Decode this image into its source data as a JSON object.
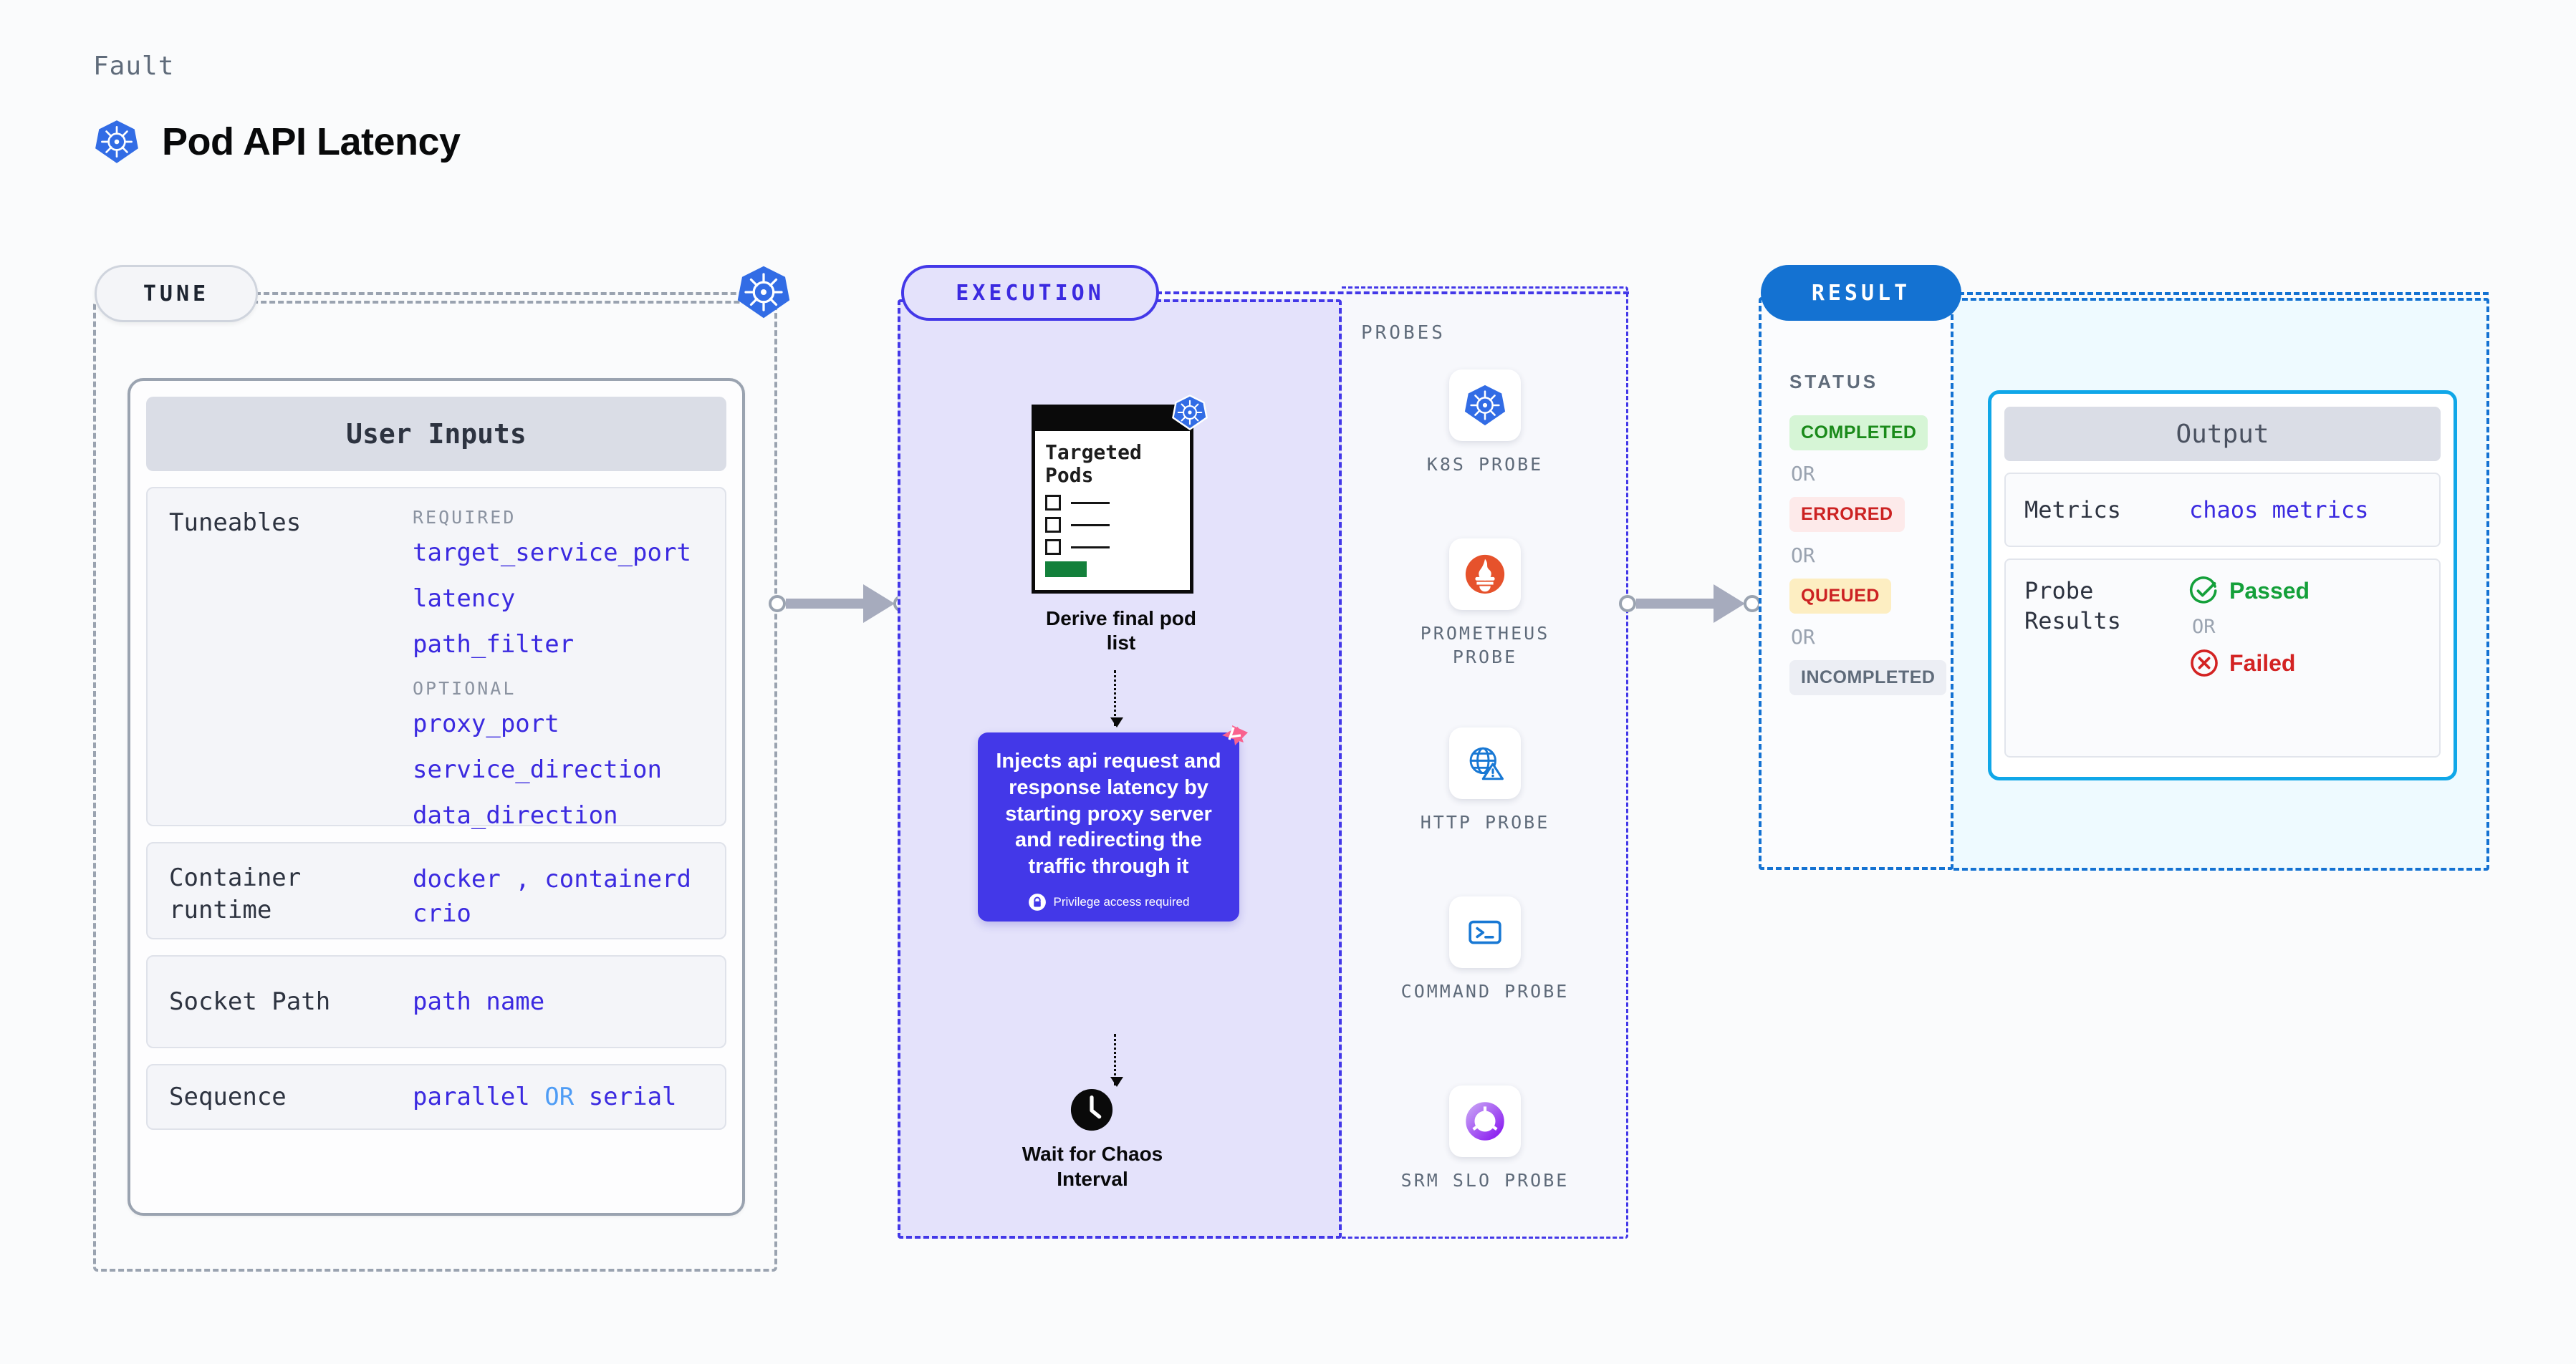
{
  "header": {
    "eyebrow": "Fault",
    "title": "Pod API Latency",
    "icon": "kubernetes-icon"
  },
  "tune": {
    "pill_label": "TUNE",
    "badge_icon": "kubernetes-icon",
    "card_title": "User Inputs",
    "sections": [
      {
        "label": "Tuneables",
        "groups": [
          {
            "heading": "REQUIRED",
            "items": [
              "target_service_port",
              "latency",
              "path_filter"
            ]
          },
          {
            "heading": "OPTIONAL",
            "items": [
              "proxy_port",
              "service_direction",
              "data_direction"
            ]
          }
        ]
      },
      {
        "label": "Container runtime",
        "value_line1": "docker",
        "value_sep": ",",
        "value_line1b": "containerd",
        "value_line2": "crio"
      },
      {
        "label": "Socket Path",
        "value": "path name"
      },
      {
        "label": "Sequence",
        "value_a": "parallel",
        "value_or": "OR",
        "value_b": "serial"
      }
    ]
  },
  "execution": {
    "pill_label": "EXECUTION",
    "pod_card": {
      "title": "Targeted Pods",
      "badge_icon": "kubernetes-icon",
      "rows": 3
    },
    "pod_step_label": "Derive final pod list",
    "inject_card": {
      "text": "Injects api request and response latency by starting proxy server and redirecting the traffic through it",
      "privilege_note": "Privilege access required",
      "privilege_icon": "lock-icon",
      "corner_icon": "litmus-chaos-icon"
    },
    "wait_step": {
      "icon": "clock-icon",
      "label": "Wait for Chaos Interval"
    }
  },
  "probes": {
    "title": "PROBES",
    "items": [
      {
        "name": "K8S PROBE",
        "icon": "kubernetes-icon"
      },
      {
        "name": "PROMETHEUS PROBE",
        "icon": "prometheus-icon"
      },
      {
        "name": "HTTP PROBE",
        "icon": "http-globe-warning-icon"
      },
      {
        "name": "COMMAND PROBE",
        "icon": "terminal-icon"
      },
      {
        "name": "SRM SLO PROBE",
        "icon": "srm-slo-donut-check-icon"
      }
    ]
  },
  "result": {
    "pill_label": "RESULT",
    "status_title": "STATUS",
    "or_label": "OR",
    "statuses": [
      {
        "label": "COMPLETED",
        "bg": "#d6f5d6",
        "fg": "#1a8a1a"
      },
      {
        "label": "ERRORED",
        "bg": "#fdeaea",
        "fg": "#cc2222"
      },
      {
        "label": "QUEUED",
        "bg": "#fdeec2",
        "fg": "#cc2222"
      },
      {
        "label": "INCOMPLETED",
        "bg": "#eceef4",
        "fg": "#5f6b7a"
      }
    ]
  },
  "output": {
    "title": "Output",
    "metrics_label": "Metrics",
    "metrics_value": "chaos metrics",
    "probe_results_label": "Probe Results",
    "passed_label": "Passed",
    "passed_icon": "check-circle-icon",
    "failed_label": "Failed",
    "failed_icon": "x-circle-icon",
    "or_label": "OR"
  },
  "colors": {
    "accent_tune": "#9aa3b0",
    "accent_execution": "#4338e8",
    "accent_result": "#1472d2",
    "accent_output": "#10a7e8",
    "tunable_blue": "#3b2ae0",
    "k8s_blue": "#326ce5"
  }
}
